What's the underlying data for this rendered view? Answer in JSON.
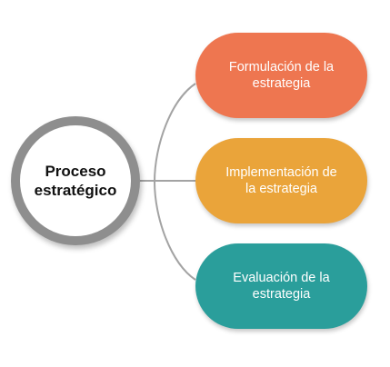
{
  "diagram": {
    "center": {
      "label_line1": "Proceso",
      "label_line2": "estratégico"
    },
    "nodes": [
      {
        "label_line1": "Formulación de la",
        "label_line2": "estrategia",
        "color": "#ee7650"
      },
      {
        "label_line1": "Implementación de",
        "label_line2": "la estrategia",
        "color": "#eaa43a"
      },
      {
        "label_line1": "Evaluación de la",
        "label_line2": "estrategia",
        "color": "#2a9e9b"
      }
    ],
    "connector_color": "#a3a3a3",
    "ring_color": "#8e8e8e"
  }
}
